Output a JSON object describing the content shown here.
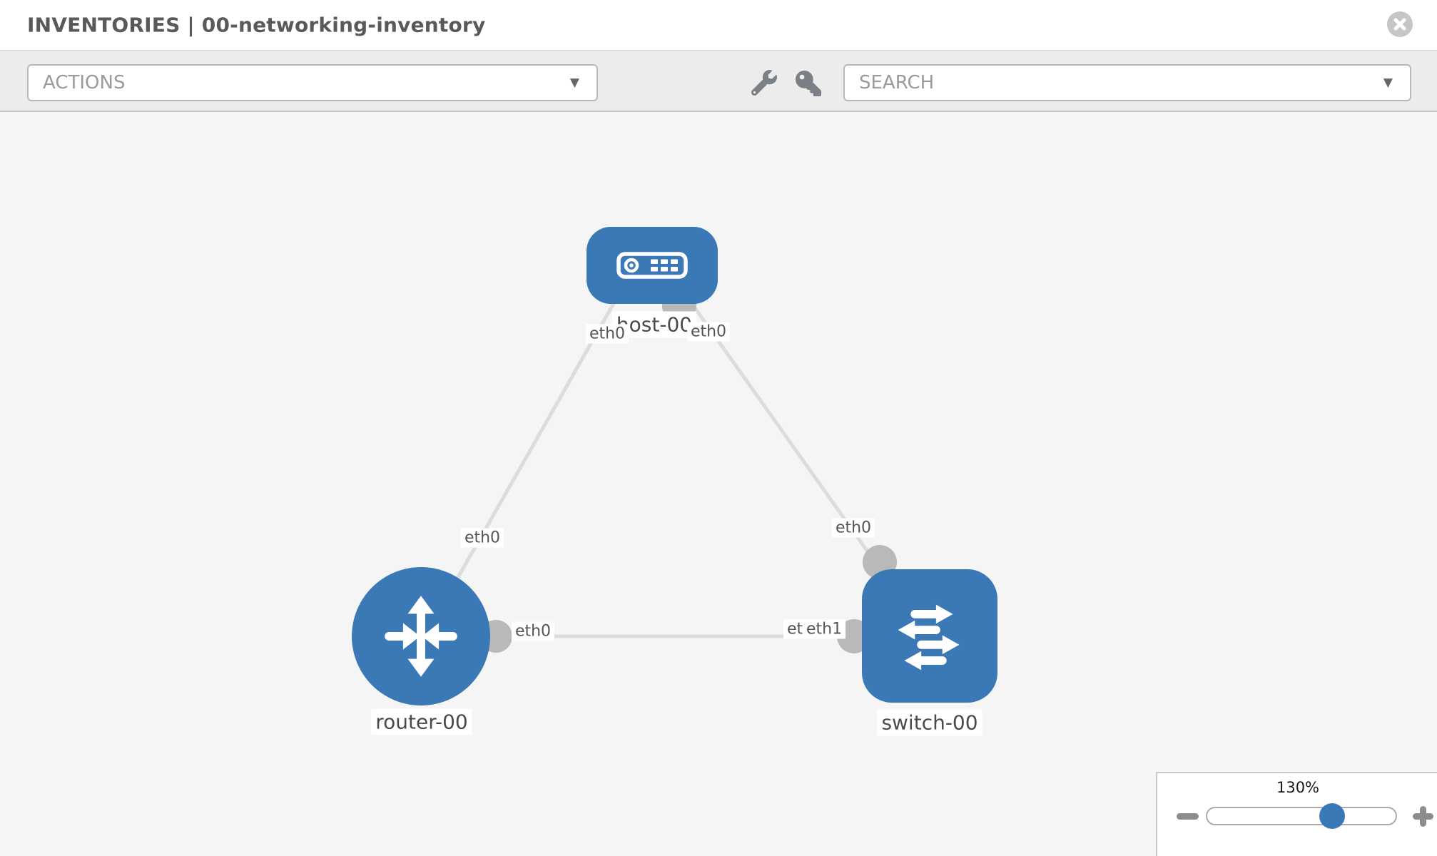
{
  "header": {
    "title": "INVENTORIES | 00-networking-inventory"
  },
  "toolbar": {
    "actions": {
      "label": "ACTIONS"
    },
    "search": {
      "label": "SEARCH"
    },
    "icons": [
      "wrench-icon",
      "key-icon"
    ]
  },
  "topology": {
    "nodes": [
      {
        "id": "host-00",
        "type": "host",
        "label": "host-00"
      },
      {
        "id": "router-00",
        "type": "router",
        "label": "router-00"
      },
      {
        "id": "switch-00",
        "type": "switch",
        "label": "switch-00"
      }
    ],
    "links": [
      {
        "source": "host-00",
        "source_interface": "eth0",
        "target": "router-00",
        "target_interface": "eth0"
      },
      {
        "source": "host-00",
        "source_interface": "eth0",
        "target": "switch-00",
        "target_interface": "eth0"
      },
      {
        "source": "router-00",
        "source_interface": "eth0",
        "target": "switch-00",
        "target_interface": "eth1"
      }
    ],
    "iface_labels": {
      "host_side_router_link": "eth0",
      "host_side_switch_link": "eth0",
      "router_side_host_link": "eth0",
      "switch_side_host_link": "eth0",
      "router_side_switch_link": "eth0",
      "switch_side_router_link": "eth1",
      "switch_side_overlapped": "eth0"
    }
  },
  "zoom_control": {
    "level": "130%"
  },
  "colors": {
    "node_blue": "#3a79b5",
    "link_gray": "#dcdcdc",
    "port_gray": "#b9b9b9"
  }
}
